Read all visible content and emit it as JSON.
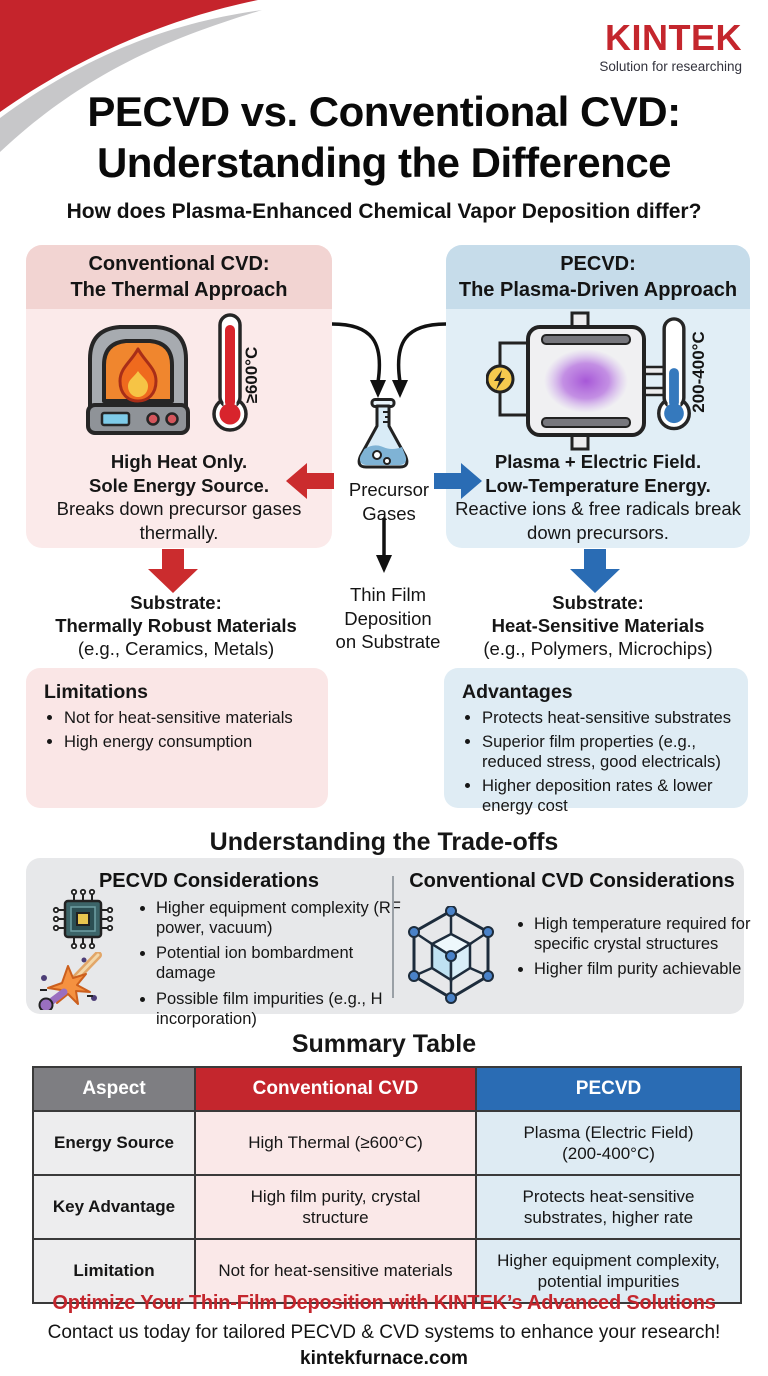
{
  "brand": {
    "name": "KINTEK",
    "tagline": "Solution for researching"
  },
  "header": {
    "title_line1": "PECVD vs. Conventional CVD:",
    "title_line2": "Understanding the Difference",
    "subtitle": "How does Plasma-Enhanced Chemical Vapor Deposition differ?"
  },
  "conventional": {
    "title_line1": "Conventional CVD:",
    "title_line2": "The Thermal Approach",
    "temperature": "≥600°C",
    "energy_bold_1": "High Heat Only.",
    "energy_bold_2": "Sole Energy Source.",
    "energy_desc": "Breaks down precursor gases thermally.",
    "substrate_label": "Substrate:",
    "substrate_type": "Thermally Robust Materials",
    "substrate_examples": "(e.g., Ceramics, Metals)",
    "limitations_title": "Limitations",
    "limitations": [
      "Not for heat-sensitive materials",
      "High energy consumption"
    ]
  },
  "pecvd": {
    "title_line1": "PECVD:",
    "title_line2": "The Plasma-Driven Approach",
    "temperature": "200-400°C",
    "energy_bold_1": "Plasma + Electric Field.",
    "energy_bold_2": "Low-Temperature Energy.",
    "energy_desc": "Reactive ions & free radicals break down precursors.",
    "substrate_label": "Substrate:",
    "substrate_type": "Heat-Sensitive Materials",
    "substrate_examples": "(e.g., Polymers, Microchips)",
    "advantages_title": "Advantages",
    "advantages": [
      "Protects heat-sensitive substrates",
      "Superior film properties (e.g., reduced stress, good electricals)",
      "Higher deposition rates & lower energy cost"
    ]
  },
  "center_flow": {
    "precursor_label": "Precursor\nGases",
    "deposition_label": "Thin Film\nDeposition\non Substrate"
  },
  "tradeoffs": {
    "title": "Understanding the Trade-offs",
    "pecvd_title": "PECVD Considerations",
    "pecvd_items": [
      "Higher equipment complexity (RF power, vacuum)",
      "Potential ion bombardment damage",
      "Possible film impurities (e.g., H incorporation)"
    ],
    "cvd_title": "Conventional CVD Considerations",
    "cvd_items": [
      "High temperature required for specific crystal structures",
      "Higher film purity achievable"
    ]
  },
  "summary": {
    "title": "Summary Table",
    "headers": [
      "Aspect",
      "Conventional CVD",
      "PECVD"
    ],
    "rows": [
      [
        "Energy Source",
        "High Thermal (≥600°C)",
        "Plasma (Electric Field)\n(200-400°C)"
      ],
      [
        "Key Advantage",
        "High film purity, crystal\nstructure",
        "Protects heat-sensitive\nsubstrates, higher rate"
      ],
      [
        "Limitation",
        "Not for heat-sensitive materials",
        "Higher equipment complexity,\npotential impurities"
      ]
    ]
  },
  "footer": {
    "headline": "Optimize Your Thin-Film Deposition with KINTEK’s Advanced Solutions",
    "contact": "Contact us today for tailored PECVD & CVD systems to enhance your research!",
    "website": "kintekfurnace.com"
  },
  "colors": {
    "accent_red": "#c4262d",
    "accent_blue": "#2a6cb4",
    "arrow_red": "#cb2c2e",
    "header_gray": "#7e7e82",
    "panel_pink_header": "#f2d4d2",
    "panel_pink_body": "#fbeaea",
    "panel_blue_header": "#c6dcea",
    "panel_blue_body": "#e1eef6"
  }
}
